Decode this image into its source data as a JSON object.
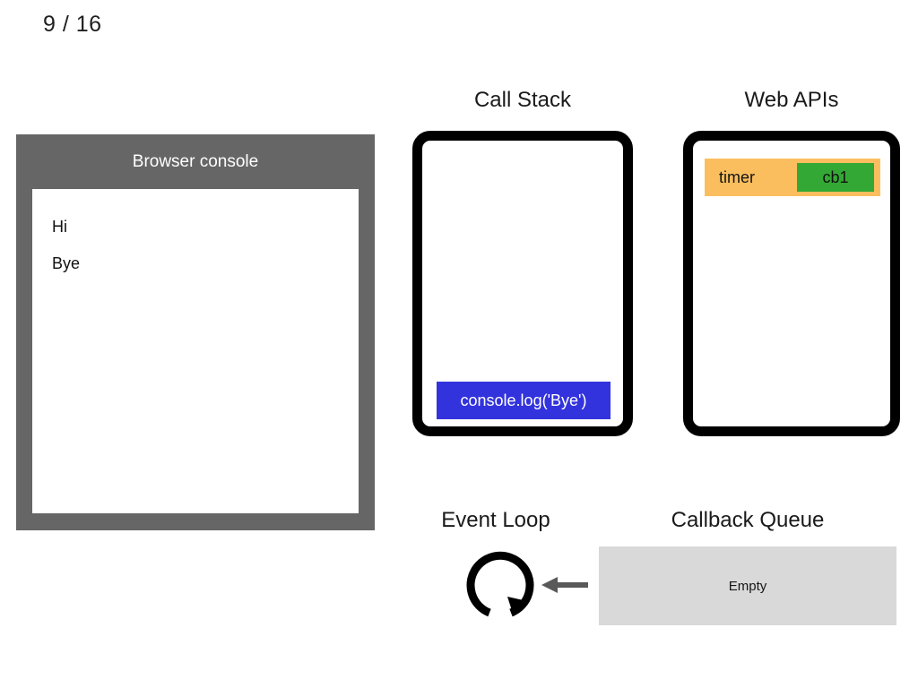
{
  "slide": {
    "counter": "9 / 16"
  },
  "console": {
    "title": "Browser console",
    "lines": [
      "Hi",
      "Bye"
    ]
  },
  "call_stack": {
    "title": "Call Stack",
    "frames": [
      {
        "label": "console.log('Bye')",
        "color": "#3333dd"
      }
    ]
  },
  "web_apis": {
    "title": "Web APIs",
    "tasks": [
      {
        "label": "timer",
        "callback": "cb1",
        "color": "#fbbe5e",
        "callback_color": "#34a834"
      }
    ]
  },
  "event_loop": {
    "title": "Event Loop",
    "icon": "circular-arrow-icon",
    "arrow_icon": "arrow-left-icon",
    "arrow_color": "#595959"
  },
  "callback_queue": {
    "title": "Callback Queue",
    "status": "Empty",
    "color": "#d9d9d9"
  }
}
